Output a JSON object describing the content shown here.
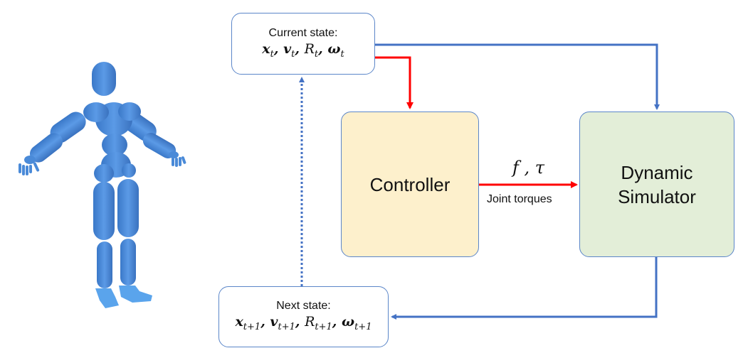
{
  "current_state": {
    "title": "Current state:",
    "vars": [
      "x",
      "v",
      "R",
      "ω"
    ],
    "subscript": "t"
  },
  "next_state": {
    "title": "Next state:",
    "vars": [
      "x",
      "v",
      "R",
      "ω"
    ],
    "subscript": "t+1"
  },
  "controller": {
    "label": "Controller",
    "fill": "#fdf0cc"
  },
  "simulator": {
    "label_line1": "Dynamic",
    "label_line2": "Simulator",
    "fill": "#e3eed8"
  },
  "control_arrow": {
    "symbol": "f , τ",
    "caption": "Joint torques"
  },
  "colors": {
    "blue": "#4472c4",
    "red": "#ff0000",
    "figure": "#4a8ad8"
  },
  "figure": {
    "name": "humanoid-character"
  }
}
